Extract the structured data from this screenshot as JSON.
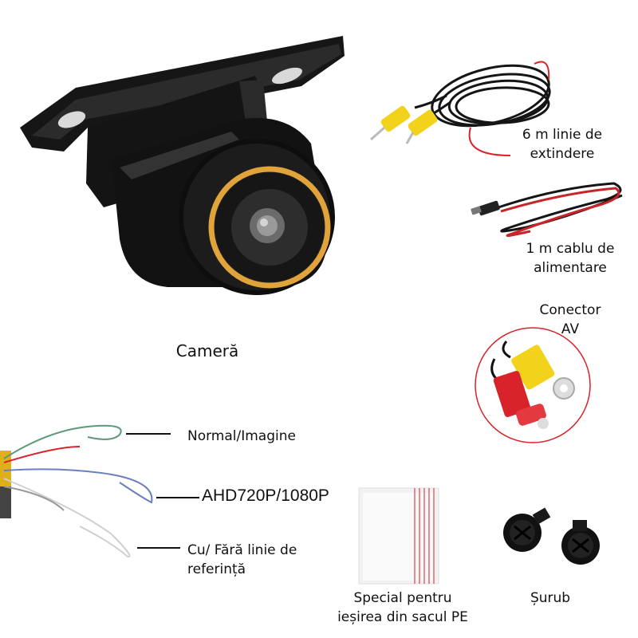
{
  "camera": {
    "label": "Cameră",
    "lens_ring_color": "#e0a43a",
    "body_color": "#1a1a1a"
  },
  "accessories": {
    "extension": {
      "line1": "6 m linie de",
      "line2": "extindere"
    },
    "power": {
      "line1": "1 m cablu de",
      "line2": "alimentare"
    },
    "av": {
      "line1": "Conector",
      "line2": "AV"
    },
    "bag": {
      "line1": "Special pentru",
      "line2": "ieșirea din sacul PE"
    },
    "screw": {
      "label": "Șurub"
    }
  },
  "wires": {
    "normal": {
      "label": "Normal/Imagine",
      "color": "#5a9a7a"
    },
    "ahd": {
      "label": "AHD720P/1080P",
      "color": "#6a7fbf"
    },
    "ref": {
      "line1": "Cu/ Fără linie de",
      "line2": "referință",
      "color": "#cfcfcf"
    }
  },
  "colors": {
    "rca_yellow": "#f2d21a",
    "rca_red": "#d8232a",
    "cable_black": "#151515"
  }
}
